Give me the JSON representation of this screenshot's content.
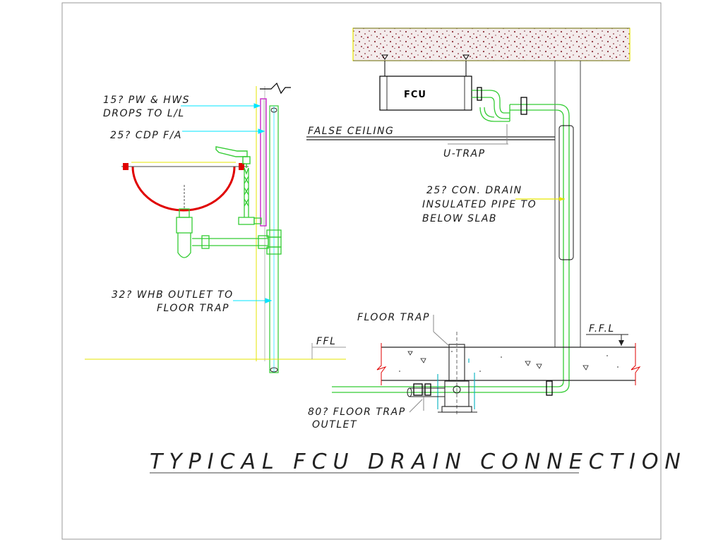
{
  "drawing": {
    "title": "TYPICAL FCU DRAIN CONNECTION",
    "fcu_label": "FCU",
    "labels": {
      "pw_hws_line1": "15? PW & HWS",
      "pw_hws_line2": "DROPS TO L/L",
      "cdp": "25? CDP F/A",
      "whb_line1": "32? WHB OUTLET TO",
      "whb_line2": "FLOOR TRAP",
      "ffl_left": "FFL",
      "false_ceiling": "FALSE CEILING",
      "u_trap": "U-TRAP",
      "con_drain_line1": "25? CON. DRAIN",
      "con_drain_line2": "INSULATED PIPE TO",
      "con_drain_line3": "BELOW SLAB",
      "floor_trap": "FLOOR TRAP",
      "ffl_right": "F.F.L",
      "floor_trap_outlet_line1": "80? FLOOR TRAP",
      "floor_trap_outlet_line2": "OUTLET"
    },
    "colors": {
      "green_pipe": "#33cc33",
      "cyan_leader": "#00e5ff",
      "basin_red": "#e00000",
      "magenta_pipe": "#cc33cc",
      "yellow_leader": "#e6e600",
      "slab_speckle": "#8b2f3a"
    }
  }
}
